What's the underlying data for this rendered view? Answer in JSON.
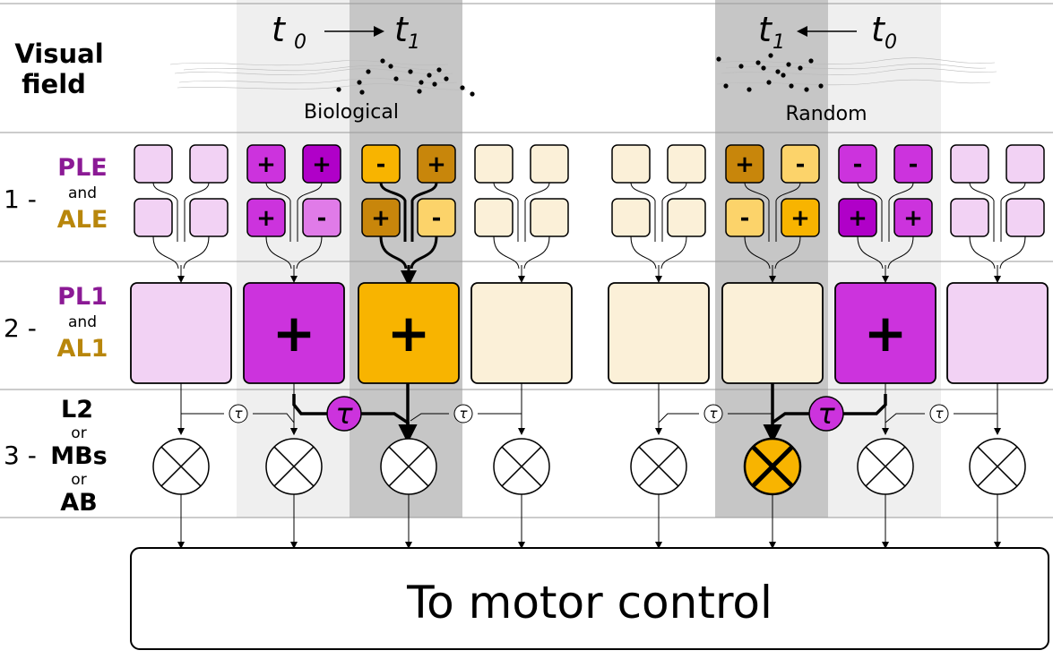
{
  "row_labels": {
    "visual_field": [
      "Visual",
      "field"
    ],
    "row1": {
      "prefix": "1 -",
      "ple": "PLE",
      "and": "and",
      "ale": "ALE"
    },
    "row2": {
      "prefix": "2 -",
      "pl1": "PL1",
      "and": "and",
      "al1": "AL1"
    },
    "row3": {
      "prefix": "3 -",
      "l2": "L2",
      "or1": "or",
      "mbs": "MBs",
      "or2": "or",
      "ab": "AB"
    }
  },
  "stimuli": {
    "biological": {
      "label": "Biological",
      "t_first": "t",
      "t_first_sub": "0",
      "t_second": "t",
      "t_second_sub": "1"
    },
    "random": {
      "label": "Random",
      "t_first": "t",
      "t_first_sub": "1",
      "t_second": "t",
      "t_second_sub": "0"
    }
  },
  "tau_symbol": "τ",
  "output_box": "To motor control",
  "colors": {
    "purple_text": "#8b1a95",
    "gold_text": "#b8860b",
    "light_purple": "#f2d2f4",
    "mid_purple": "#e07be8",
    "bright_purple": "#cc33dd",
    "dark_purple": "#b000c8",
    "light_gold": "#fbf0d8",
    "mid_gold": "#fcd36a",
    "bright_gold": "#f8b400",
    "dark_gold": "#c8860b",
    "band_light": "#efefef",
    "band_dark": "#c6c6c6"
  },
  "small_cells": [
    {
      "g": 0,
      "c": [
        [
          "",
          "light_purple"
        ],
        [
          "",
          "light_purple"
        ],
        [
          "",
          "light_purple"
        ],
        [
          "",
          "light_purple"
        ]
      ]
    },
    {
      "g": 1,
      "c": [
        [
          "+",
          "bright_purple"
        ],
        [
          "+",
          "dark_purple"
        ],
        [
          "+",
          "bright_purple"
        ],
        [
          "-",
          "mid_purple"
        ]
      ]
    },
    {
      "g": 2,
      "c": [
        [
          "-",
          "bright_gold"
        ],
        [
          "+",
          "dark_gold"
        ],
        [
          "+",
          "dark_gold"
        ],
        [
          "-",
          "mid_gold"
        ]
      ]
    },
    {
      "g": 3,
      "c": [
        [
          "",
          "light_gold"
        ],
        [
          "",
          "light_gold"
        ],
        [
          "",
          "light_gold"
        ],
        [
          "",
          "light_gold"
        ]
      ]
    },
    {
      "g": 4,
      "c": [
        [
          "",
          "light_gold"
        ],
        [
          "",
          "light_gold"
        ],
        [
          "",
          "light_gold"
        ],
        [
          "",
          "light_gold"
        ]
      ]
    },
    {
      "g": 5,
      "c": [
        [
          "+",
          "dark_gold"
        ],
        [
          "-",
          "mid_gold"
        ],
        [
          "-",
          "mid_gold"
        ],
        [
          "+",
          "bright_gold"
        ]
      ]
    },
    {
      "g": 6,
      "c": [
        [
          "-",
          "bright_purple"
        ],
        [
          "-",
          "bright_purple"
        ],
        [
          "+",
          "dark_purple"
        ],
        [
          "+",
          "bright_purple"
        ]
      ]
    },
    {
      "g": 7,
      "c": [
        [
          "",
          "light_purple"
        ],
        [
          "",
          "light_purple"
        ],
        [
          "",
          "light_purple"
        ],
        [
          "",
          "light_purple"
        ]
      ]
    }
  ],
  "big_cells": [
    [
      "",
      "light_purple"
    ],
    [
      "+",
      "bright_purple"
    ],
    [
      "+",
      "bright_gold"
    ],
    [
      "",
      "light_gold"
    ],
    [
      "",
      "light_gold"
    ],
    [
      "",
      "light_gold"
    ],
    [
      "+",
      "bright_purple"
    ],
    [
      "",
      "light_purple"
    ]
  ],
  "multipliers_active": [
    false,
    false,
    false,
    false,
    false,
    true,
    false,
    false
  ]
}
